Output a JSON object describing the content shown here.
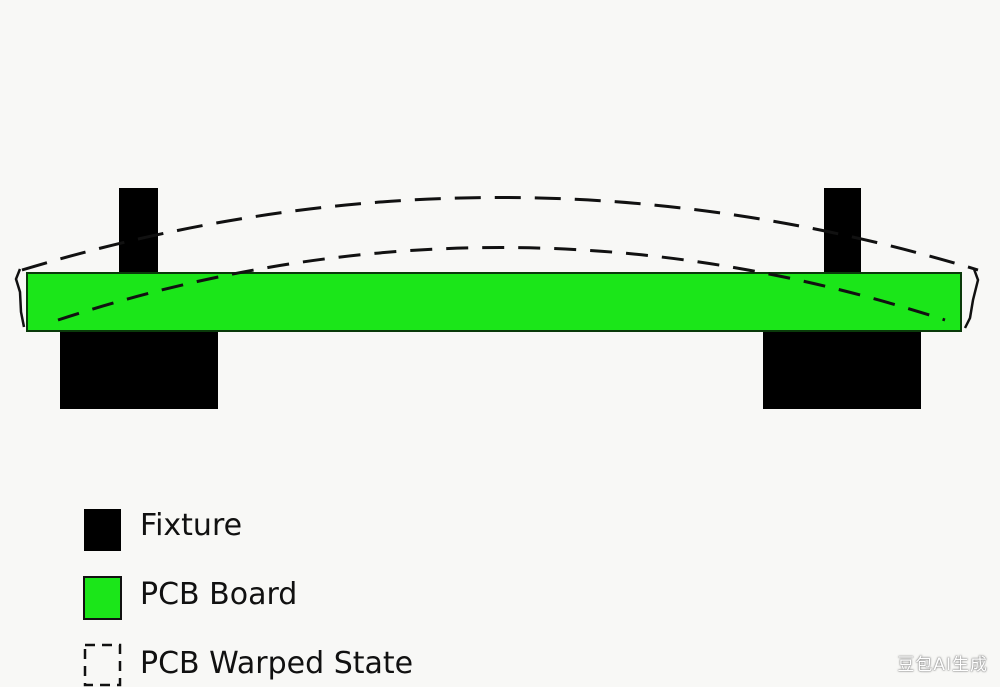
{
  "colors": {
    "background": "#f8f8f6",
    "fixture": "#000000",
    "pcb": "#1be619",
    "pcb_outline": "#0a3a0a",
    "warp_line": "#111111"
  },
  "legend": {
    "fixture_label": "Fixture",
    "pcb_label": "PCB Board",
    "warped_label": "PCB Warped State"
  },
  "watermark": "豆包AI生成"
}
